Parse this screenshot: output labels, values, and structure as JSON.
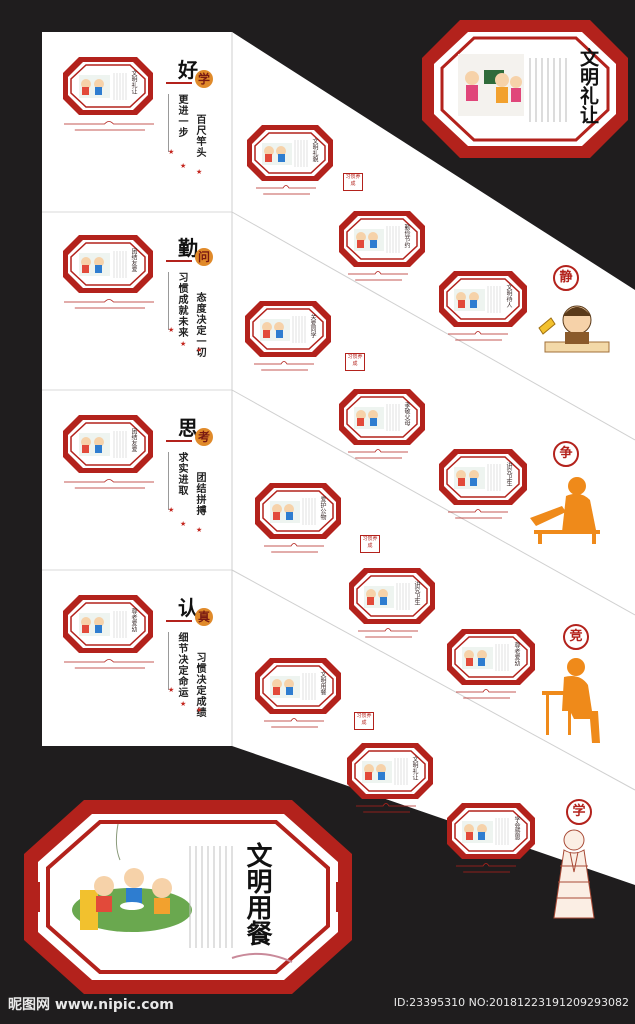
{
  "panels": [
    {
      "big": "好",
      "small": "学",
      "col_a": "百尺竿头",
      "col_b": "更进一步",
      "frame_title": "文明礼让"
    },
    {
      "big": "勤",
      "small": "问",
      "col_a": "态度决定一切",
      "col_b": "习惯成就未来",
      "frame_title": "团结友爱"
    },
    {
      "big": "思",
      "small": "考",
      "col_a": "团结拼搏",
      "col_b": "求实进取",
      "frame_title": "团结友爱"
    },
    {
      "big": "认",
      "small": "真",
      "col_a": "习惯决定成绩",
      "col_b": "细节决定命运",
      "frame_title": "尊老爱幼"
    }
  ],
  "stair_frames": [
    "文明礼貌",
    "勤俭节约",
    "文明待人",
    "关爱同学",
    "孝敬父母",
    "讲究卫生",
    "爱护公物",
    "讲究卫生",
    "尊老爱幼",
    "文明用餐",
    "文明礼让",
    "学会感恩"
  ],
  "stamps": [
    "习惯养成",
    "习惯养成",
    "习惯养成",
    "习惯养成"
  ],
  "side_badges": [
    "静",
    "争",
    "竞",
    "学"
  ],
  "top_right": {
    "title": "文明礼让"
  },
  "bottom_left": {
    "title": "文明用餐"
  },
  "watermark": {
    "site": "昵图网 www.nipic.com",
    "id": "ID:23395310 NO:20181223191209293082"
  },
  "colors": {
    "frame_red": "#b3221c",
    "silhouette_orange": "#ef8a1a",
    "background": "#1f1d1e",
    "wall": "#ffffff"
  }
}
